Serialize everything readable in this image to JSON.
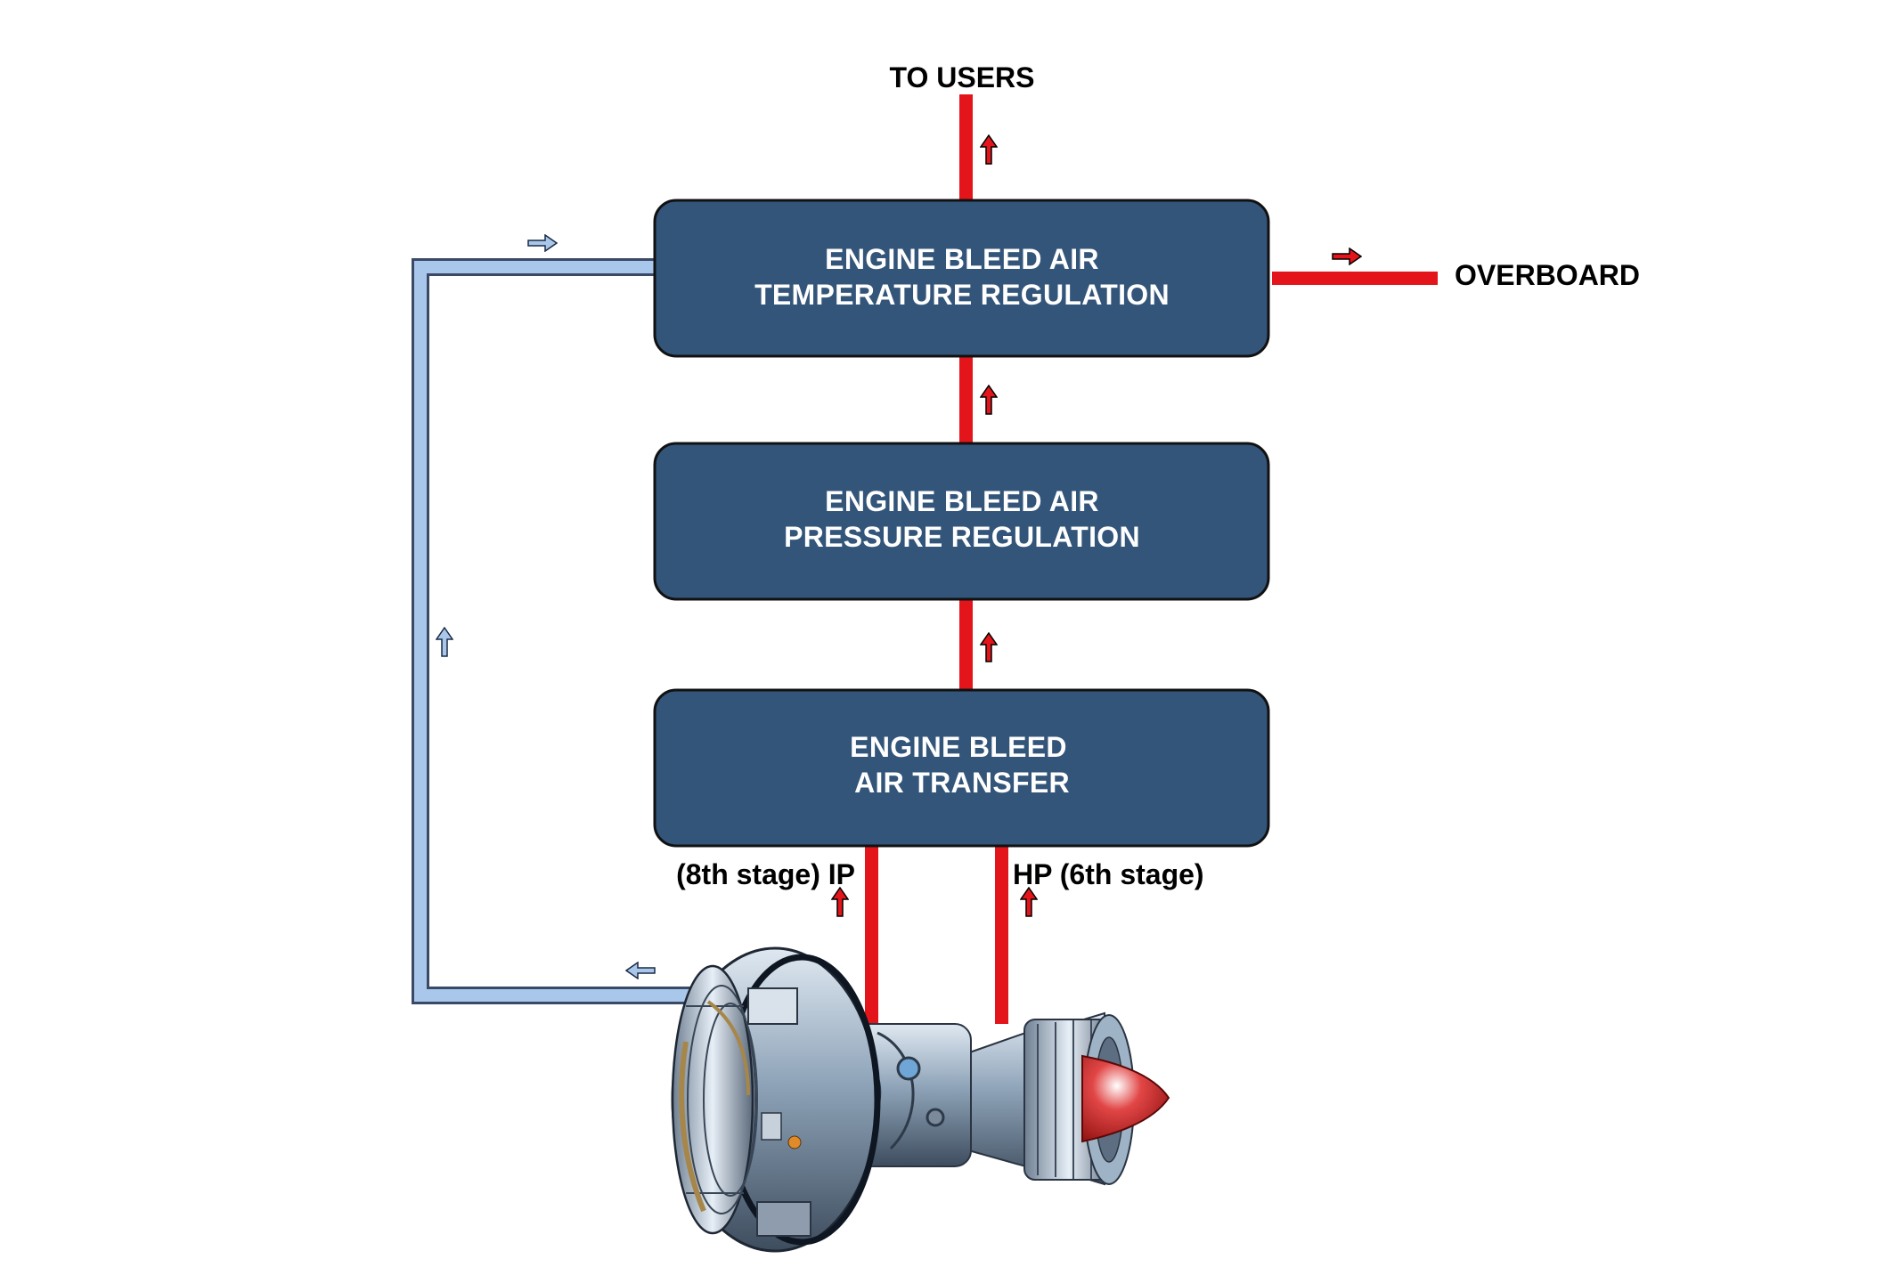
{
  "labels": {
    "to_users": "TO USERS",
    "overboard": "OVERBOARD",
    "ip_port": "(8th stage) IP",
    "hp_port": "HP (6th stage)"
  },
  "boxes": [
    {
      "id": "temperature",
      "line1": "ENGINE BLEED AIR",
      "line2": "TEMPERATURE REGULATION"
    },
    {
      "id": "pressure",
      "line1": "ENGINE BLEED AIR",
      "line2": "PRESSURE REGULATION"
    },
    {
      "id": "transfer",
      "line1": "ENGINE BLEED",
      "line2": "AIR TRANSFER"
    }
  ],
  "colors": {
    "box_fill": "#33557a",
    "box_border": "#111111",
    "hot_duct": "#e3151a",
    "cold_duct": "#a9c7ea",
    "cold_duct_border": "#3a4a66",
    "spinner": "#cc1b1b"
  },
  "icons": {
    "engine": "turbofan-engine-cutaway-icon",
    "hot_arrow": "red-flow-arrow-icon",
    "cold_arrow": "blue-flow-arrow-icon"
  }
}
